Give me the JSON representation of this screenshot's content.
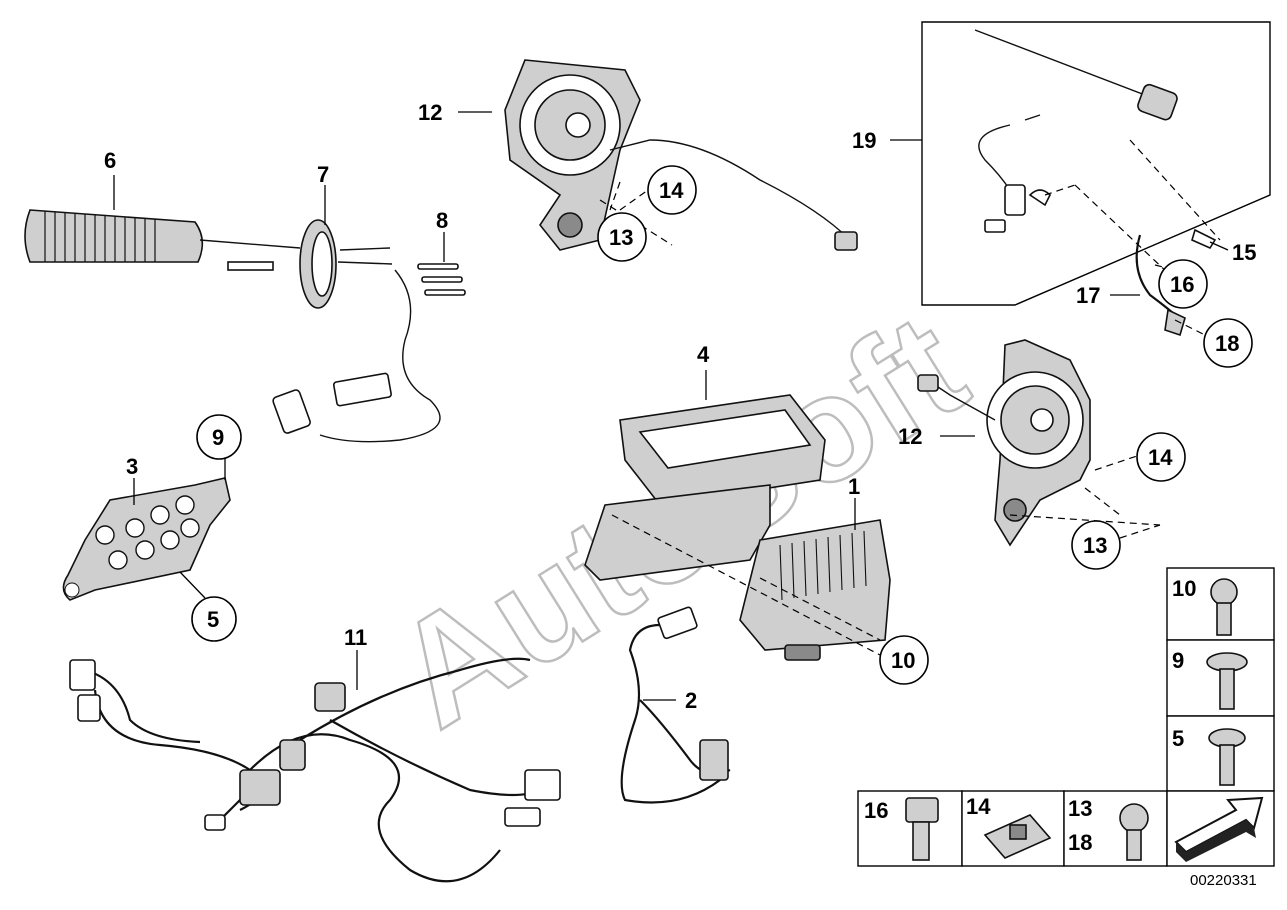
{
  "watermark": "AutoSoft",
  "diagram_number": "00220331",
  "callouts": {
    "c1": "1",
    "c2": "2",
    "c3": "3",
    "c4": "4",
    "c5": "5",
    "c6": "6",
    "c7": "7",
    "c8": "8",
    "c9": "9",
    "c10": "10",
    "c11": "11",
    "c12a": "12",
    "c12b": "12",
    "c13a": "13",
    "c13b": "13",
    "c14a": "14",
    "c14b": "14",
    "c15": "15",
    "c16": "16",
    "c17": "17",
    "c18": "18",
    "c19": "19"
  },
  "legend": {
    "l10": "10",
    "l9": "9",
    "l5": "5",
    "l16": "16",
    "l14": "14",
    "l13": "13",
    "l18": "18"
  }
}
